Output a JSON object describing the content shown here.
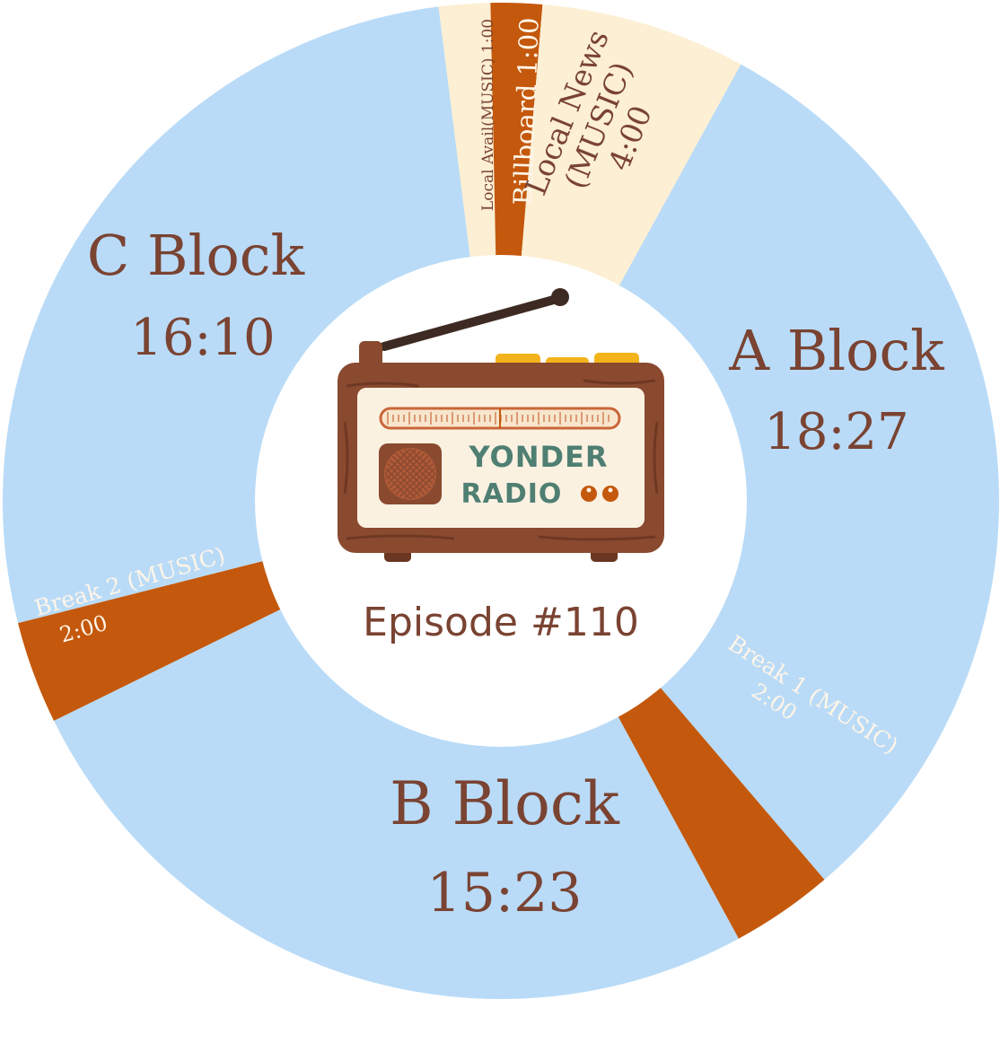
{
  "chart_data": {
    "type": "pie",
    "title": "",
    "center_label": "Episode #110",
    "logo_text": [
      "YONDER",
      "RADIO"
    ],
    "total_minutes": 60,
    "segments": [
      {
        "name": "A Block",
        "time": "18:27",
        "minutes": 18.45,
        "kind": "block"
      },
      {
        "name": "Break 1 (MUSIC)",
        "time": "2:00",
        "minutes": 2,
        "kind": "break"
      },
      {
        "name": "B Block",
        "time": "15:23",
        "minutes": 15.383,
        "kind": "block"
      },
      {
        "name": "Break 2 (MUSIC)",
        "time": "2:00",
        "minutes": 2,
        "kind": "break"
      },
      {
        "name": "C Block",
        "time": "16:10",
        "minutes": 16.167,
        "kind": "block"
      },
      {
        "name": "Local Avail(MUSIC)",
        "time": "1:00",
        "minutes": 1,
        "kind": "local"
      },
      {
        "name": "Billboard",
        "time": "1:00",
        "minutes": 1,
        "kind": "break"
      },
      {
        "name": "Local News (MUSIC)",
        "time": "4:00",
        "minutes": 4,
        "kind": "local"
      }
    ],
    "labels": {
      "a_block": {
        "line1": "A Block",
        "line2": "18:27"
      },
      "b_block": {
        "line1": "B Block",
        "line2": "15:23"
      },
      "c_block": {
        "line1": "C Block",
        "line2": "16:10"
      },
      "break1": {
        "line1": "Break 1 (MUSIC)",
        "line2": "2:00"
      },
      "break2": {
        "line1": "Break 2 (MUSIC)",
        "line2": "2:00"
      },
      "local_avail": {
        "line1": "Local Avail(MUSIC) 1:00"
      },
      "billboard": {
        "line1": "Billboard 1:00"
      },
      "local_news": {
        "line1": "Local News",
        "line2": "(MUSIC)",
        "line3": "4:00"
      }
    },
    "colors": {
      "block": "#b9dbf7",
      "break": "#c4580c",
      "local": "#fcefd3",
      "text": "#7a4332",
      "break_text": "#fff5e8",
      "radio_wood": "#8a4a30",
      "radio_panel": "#fbf1e1",
      "radio_accent": "#f3b41b",
      "logo_text": "#4f7f72"
    }
  }
}
